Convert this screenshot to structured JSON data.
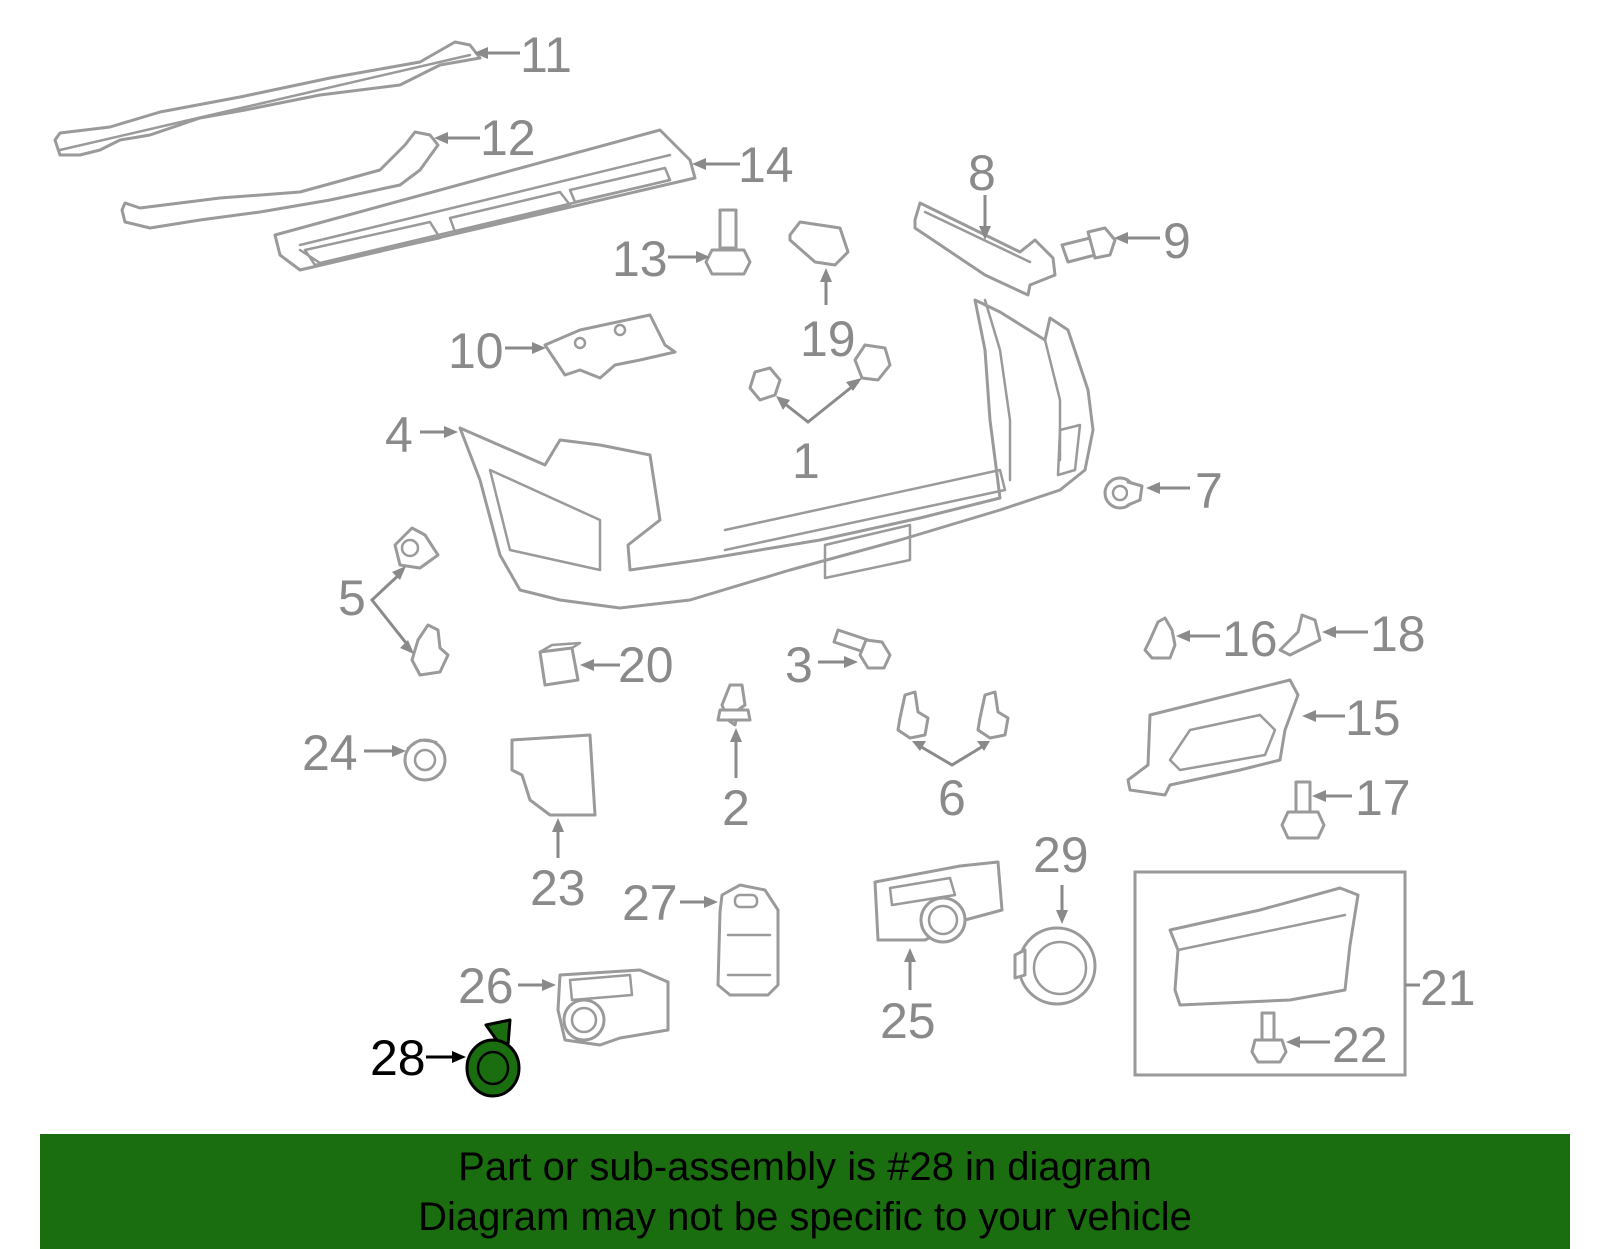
{
  "callouts": [
    {
      "id": "11",
      "label": "11"
    },
    {
      "id": "12",
      "label": "12"
    },
    {
      "id": "14",
      "label": "14"
    },
    {
      "id": "8",
      "label": "8"
    },
    {
      "id": "9",
      "label": "9"
    },
    {
      "id": "13",
      "label": "13"
    },
    {
      "id": "19",
      "label": "19"
    },
    {
      "id": "10",
      "label": "10"
    },
    {
      "id": "1",
      "label": "1"
    },
    {
      "id": "4",
      "label": "4"
    },
    {
      "id": "7",
      "label": "7"
    },
    {
      "id": "5",
      "label": "5"
    },
    {
      "id": "20",
      "label": "20"
    },
    {
      "id": "3",
      "label": "3"
    },
    {
      "id": "16",
      "label": "16"
    },
    {
      "id": "18",
      "label": "18"
    },
    {
      "id": "15",
      "label": "15"
    },
    {
      "id": "24",
      "label": "24"
    },
    {
      "id": "2",
      "label": "2"
    },
    {
      "id": "6",
      "label": "6"
    },
    {
      "id": "17",
      "label": "17"
    },
    {
      "id": "23",
      "label": "23"
    },
    {
      "id": "27",
      "label": "27"
    },
    {
      "id": "29",
      "label": "29"
    },
    {
      "id": "25",
      "label": "25"
    },
    {
      "id": "26",
      "label": "26"
    },
    {
      "id": "21",
      "label": "21"
    },
    {
      "id": "22",
      "label": "22"
    },
    {
      "id": "28",
      "label": "28",
      "highlighted": true
    }
  ],
  "highlight_color": "#1a6e10",
  "banner": {
    "line1": "Part or sub-assembly is #28 in diagram",
    "line2": "Diagram may not be specific to your vehicle"
  }
}
